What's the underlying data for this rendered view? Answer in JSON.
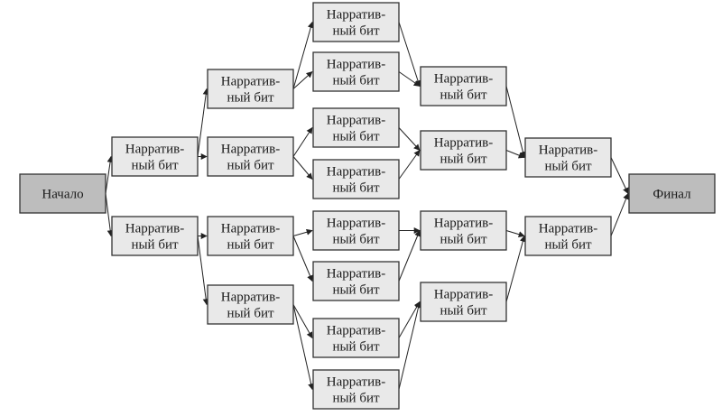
{
  "diagram": {
    "type": "flowchart",
    "nodes": [
      {
        "id": "start",
        "lines": [
          "Начало"
        ],
        "kind": "terminal"
      },
      {
        "id": "b1",
        "lines": [
          "Нарратив-",
          "ный бит"
        ]
      },
      {
        "id": "b2",
        "lines": [
          "Нарратив-",
          "ный бит"
        ]
      },
      {
        "id": "c1",
        "lines": [
          "Нарратив-",
          "ный бит"
        ]
      },
      {
        "id": "c2",
        "lines": [
          "Нарратив-",
          "ный бит"
        ]
      },
      {
        "id": "c3",
        "lines": [
          "Нарратив-",
          "ный бит"
        ]
      },
      {
        "id": "c4",
        "lines": [
          "Нарратив-",
          "ный бит"
        ]
      },
      {
        "id": "d1",
        "lines": [
          "Нарратив-",
          "ный бит"
        ]
      },
      {
        "id": "d2",
        "lines": [
          "Нарратив-",
          "ный бит"
        ]
      },
      {
        "id": "d3",
        "lines": [
          "Нарратив-",
          "ный бит"
        ]
      },
      {
        "id": "d4",
        "lines": [
          "Нарратив-",
          "ный бит"
        ]
      },
      {
        "id": "d5",
        "lines": [
          "Нарратив-",
          "ный бит"
        ]
      },
      {
        "id": "d6",
        "lines": [
          "Нарратив-",
          "ный бит"
        ]
      },
      {
        "id": "d7",
        "lines": [
          "Нарратив-",
          "ный бит"
        ]
      },
      {
        "id": "d8",
        "lines": [
          "Нарратив-",
          "ный бит"
        ]
      },
      {
        "id": "e1",
        "lines": [
          "Нарратив-",
          "ный бит"
        ]
      },
      {
        "id": "e2",
        "lines": [
          "Нарратив-",
          "ный бит"
        ]
      },
      {
        "id": "e3",
        "lines": [
          "Нарратив-",
          "ный бит"
        ]
      },
      {
        "id": "e4",
        "lines": [
          "Нарратив-",
          "ный бит"
        ]
      },
      {
        "id": "f1",
        "lines": [
          "Нарратив-",
          "ный бит"
        ]
      },
      {
        "id": "f2",
        "lines": [
          "Нарратив-",
          "ный бит"
        ]
      },
      {
        "id": "end",
        "lines": [
          "Финал"
        ],
        "kind": "terminal"
      }
    ],
    "edges": [
      [
        "start",
        "b1"
      ],
      [
        "start",
        "b2"
      ],
      [
        "b1",
        "c1"
      ],
      [
        "b1",
        "c2"
      ],
      [
        "b2",
        "c3"
      ],
      [
        "b2",
        "c4"
      ],
      [
        "c1",
        "d1"
      ],
      [
        "c1",
        "d2"
      ],
      [
        "c2",
        "d3"
      ],
      [
        "c2",
        "d4"
      ],
      [
        "c3",
        "d5"
      ],
      [
        "c3",
        "d6"
      ],
      [
        "c4",
        "d7"
      ],
      [
        "c4",
        "d8"
      ],
      [
        "d1",
        "e1"
      ],
      [
        "d2",
        "e1"
      ],
      [
        "d3",
        "e2"
      ],
      [
        "d4",
        "e2"
      ],
      [
        "d5",
        "e3"
      ],
      [
        "d6",
        "e3"
      ],
      [
        "d7",
        "e4"
      ],
      [
        "d8",
        "e4"
      ],
      [
        "e1",
        "f1"
      ],
      [
        "e2",
        "f1"
      ],
      [
        "e3",
        "f2"
      ],
      [
        "e4",
        "f2"
      ],
      [
        "f1",
        "end"
      ],
      [
        "f2",
        "end"
      ]
    ]
  },
  "colors": {
    "node_fill": "#e9e9e9",
    "terminal_fill": "#bdbdbd",
    "stroke": "#333333"
  }
}
